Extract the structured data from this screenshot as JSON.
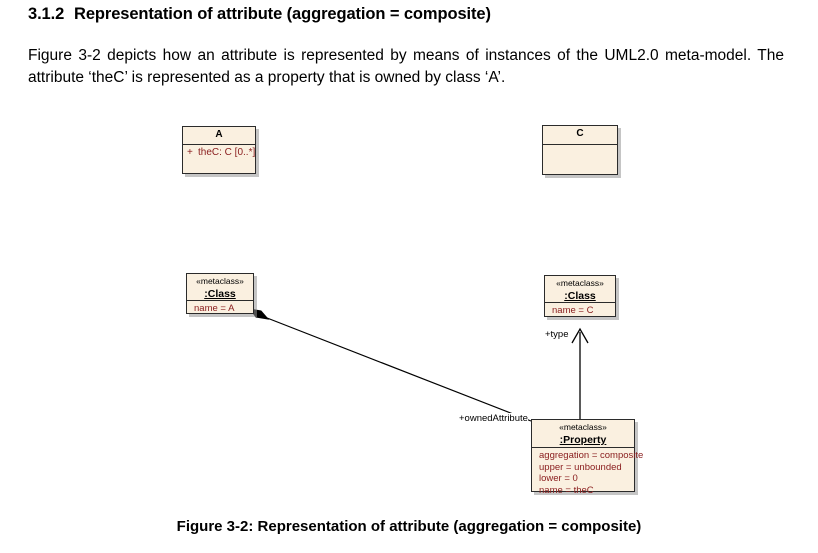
{
  "heading": {
    "number": "3.1.2",
    "title": "Representation of attribute (aggregation = composite)"
  },
  "paragraph": {
    "text": "Figure 3-2 depicts how an attribute is represented by means of instances of the UML2.0 meta-model. The attribute ‘theC’ is represented as a property that is owned by class ‘A’."
  },
  "caption": {
    "text": "Figure 3-2: Representation of attribute (aggregation = composite)"
  },
  "diagram": {
    "class_a": {
      "name": "A",
      "attribute_visibility": "+",
      "attribute": "theC:  C [0..*]"
    },
    "class_c": {
      "name": "C"
    },
    "instance_class_a": {
      "stereotype": "«metaclass»",
      "name": ":Class",
      "slots": [
        "name = A"
      ]
    },
    "instance_class_c": {
      "stereotype": "«metaclass»",
      "name": ":Class",
      "slots": [
        "name = C"
      ]
    },
    "instance_property": {
      "stereotype": "«metaclass»",
      "name": ":Property",
      "slots": [
        "aggregation = composite",
        "upper = unbounded",
        "lower = 0",
        "name = theC"
      ]
    },
    "edges": {
      "owned_attribute_label": "+ownedAttribute",
      "type_label": "+type"
    }
  },
  "colors": {
    "box_fill": "#faf0e0",
    "box_border": "#2b2b2b",
    "slot_text": "#8b2020",
    "line": "#000000"
  }
}
